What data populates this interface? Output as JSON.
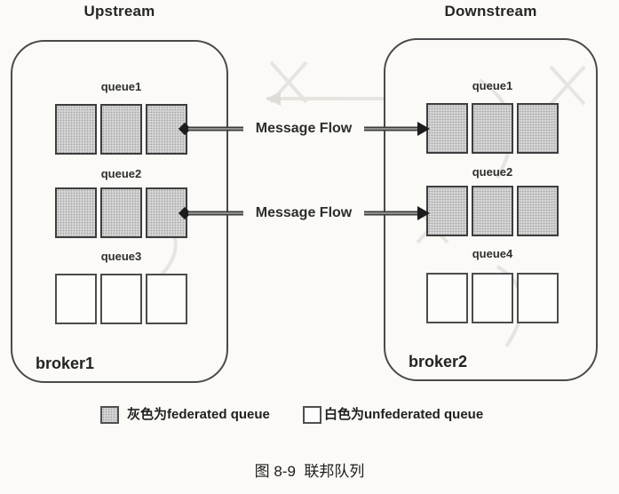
{
  "page": {
    "upstream_label": "Upstream",
    "downstream_label": "Downstream",
    "broker1": {
      "name": "broker1",
      "queues": [
        {
          "name": "queue1",
          "type": "federated"
        },
        {
          "name": "queue2",
          "type": "federated"
        },
        {
          "name": "queue3",
          "type": "unfederated"
        }
      ]
    },
    "broker2": {
      "name": "broker2",
      "queues": [
        {
          "name": "queue1",
          "type": "federated"
        },
        {
          "name": "queue2",
          "type": "federated"
        },
        {
          "name": "queue4",
          "type": "unfederated"
        }
      ]
    },
    "flows": [
      {
        "label": "Message Flow"
      },
      {
        "label": "Message Flow"
      }
    ],
    "legend": {
      "federated_label": "灰色为federated queue",
      "unfederated_label": "白色为unfederated queue"
    },
    "caption": "图 8-9  联邦队列",
    "colors": {
      "paper": "#fbfaf7",
      "federated_fill": "#d4d4d4",
      "unfederated_fill": "#fdfdfb",
      "box_border": "#3d3d3d",
      "broker_border": "#4a4a4a",
      "arrow": "#1c1c1c",
      "text": "#262626"
    }
  }
}
